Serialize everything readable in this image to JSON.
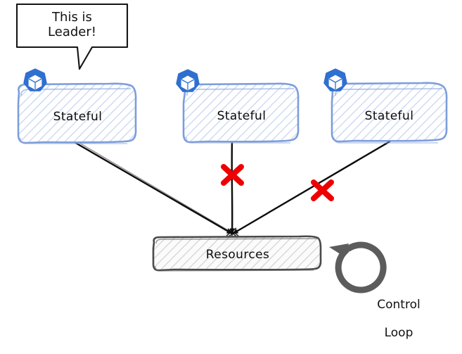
{
  "diagram": {
    "type": "architecture-diagram",
    "background_color": "#ffffff",
    "callout": {
      "text": "This is\nLeader!",
      "line1": "This is",
      "line2": "Leader!",
      "border_color": "#000000",
      "fill_color": "#ffffff",
      "points_to": "stateful-node-1"
    },
    "nodes": [
      {
        "id": "stateful-node-1",
        "label": "Stateful",
        "icon": "kubernetes-cube-icon",
        "icon_color": "#2f6fd0",
        "border_color": "#6f93d6",
        "hatch_color": "#b9cdee",
        "is_leader": true,
        "connection_blocked": false
      },
      {
        "id": "stateful-node-2",
        "label": "Stateful",
        "icon": "kubernetes-cube-icon",
        "icon_color": "#2f6fd0",
        "border_color": "#6f93d6",
        "hatch_color": "#b9cdee",
        "is_leader": false,
        "connection_blocked": true
      },
      {
        "id": "stateful-node-3",
        "label": "Stateful",
        "icon": "kubernetes-cube-icon",
        "icon_color": "#2f6fd0",
        "border_color": "#6f93d6",
        "hatch_color": "#b9cdee",
        "is_leader": false,
        "connection_blocked": true
      }
    ],
    "resources": {
      "id": "resources-box",
      "label": "Resources",
      "border_color": "#4a4a4a",
      "hatch_color": "#c9c9c9"
    },
    "control_loop": {
      "label": "Control\nLoop",
      "line1": "Control",
      "line2": "Loop",
      "arrow_color": "#5c5c5c",
      "direction": "counter-clockwise"
    },
    "blocked_markers": [
      {
        "id": "block-x-1",
        "symbol": "✖",
        "color": "#ee0000",
        "blocks": "stateful-node-2"
      },
      {
        "id": "block-x-2",
        "symbol": "✖",
        "color": "#ee0000",
        "blocks": "stateful-node-3"
      }
    ],
    "edges": [
      {
        "from": "stateful-node-1",
        "to": "resources-box",
        "blocked": false
      },
      {
        "from": "stateful-node-2",
        "to": "resources-box",
        "blocked": true
      },
      {
        "from": "stateful-node-3",
        "to": "resources-box",
        "blocked": true
      }
    ]
  }
}
